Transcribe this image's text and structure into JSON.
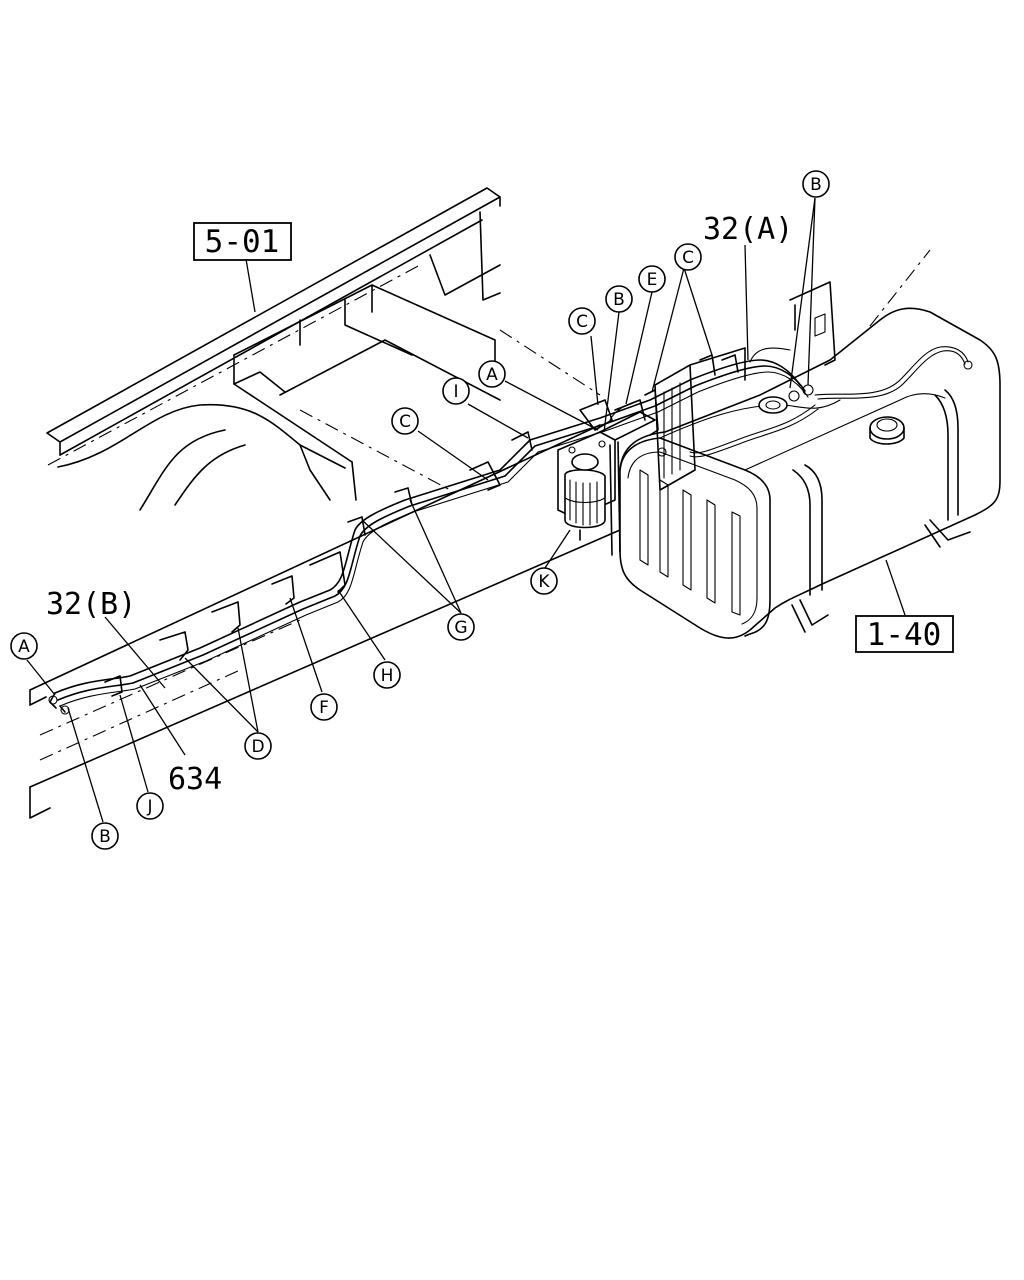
{
  "refs": {
    "frame": "5-01",
    "tank": "1-40"
  },
  "part_labels": {
    "pipe_a": "32(A)",
    "pipe_b": "32(B)",
    "hose": "634"
  },
  "callouts": {
    "a_top": "A",
    "a_left": "A",
    "b_top_right": "B",
    "b_mid": "B",
    "b_left": "B",
    "c_top": "C",
    "c_right": "C",
    "c_mid": "C",
    "d": "D",
    "e": "E",
    "f": "F",
    "g": "G",
    "h": "H",
    "i": "I",
    "j": "J",
    "k": "K"
  }
}
